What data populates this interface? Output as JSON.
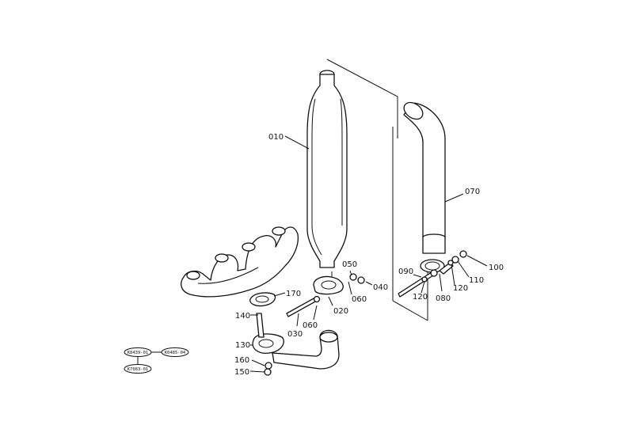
{
  "callouts": {
    "c010": "010",
    "c020": "020",
    "c030": "030",
    "c040": "040",
    "c050": "050",
    "c060a": "060",
    "c060b": "060",
    "c070": "070",
    "c080": "080",
    "c090": "090",
    "c100": "100",
    "c110": "110",
    "c120a": "120",
    "c120b": "120",
    "c130": "130",
    "c140": "140",
    "c150": "150",
    "c160": "160",
    "c170": "170"
  },
  "refs": {
    "r1": "K8439-01",
    "r2": "K0485-04",
    "r3": "K7083-01"
  }
}
